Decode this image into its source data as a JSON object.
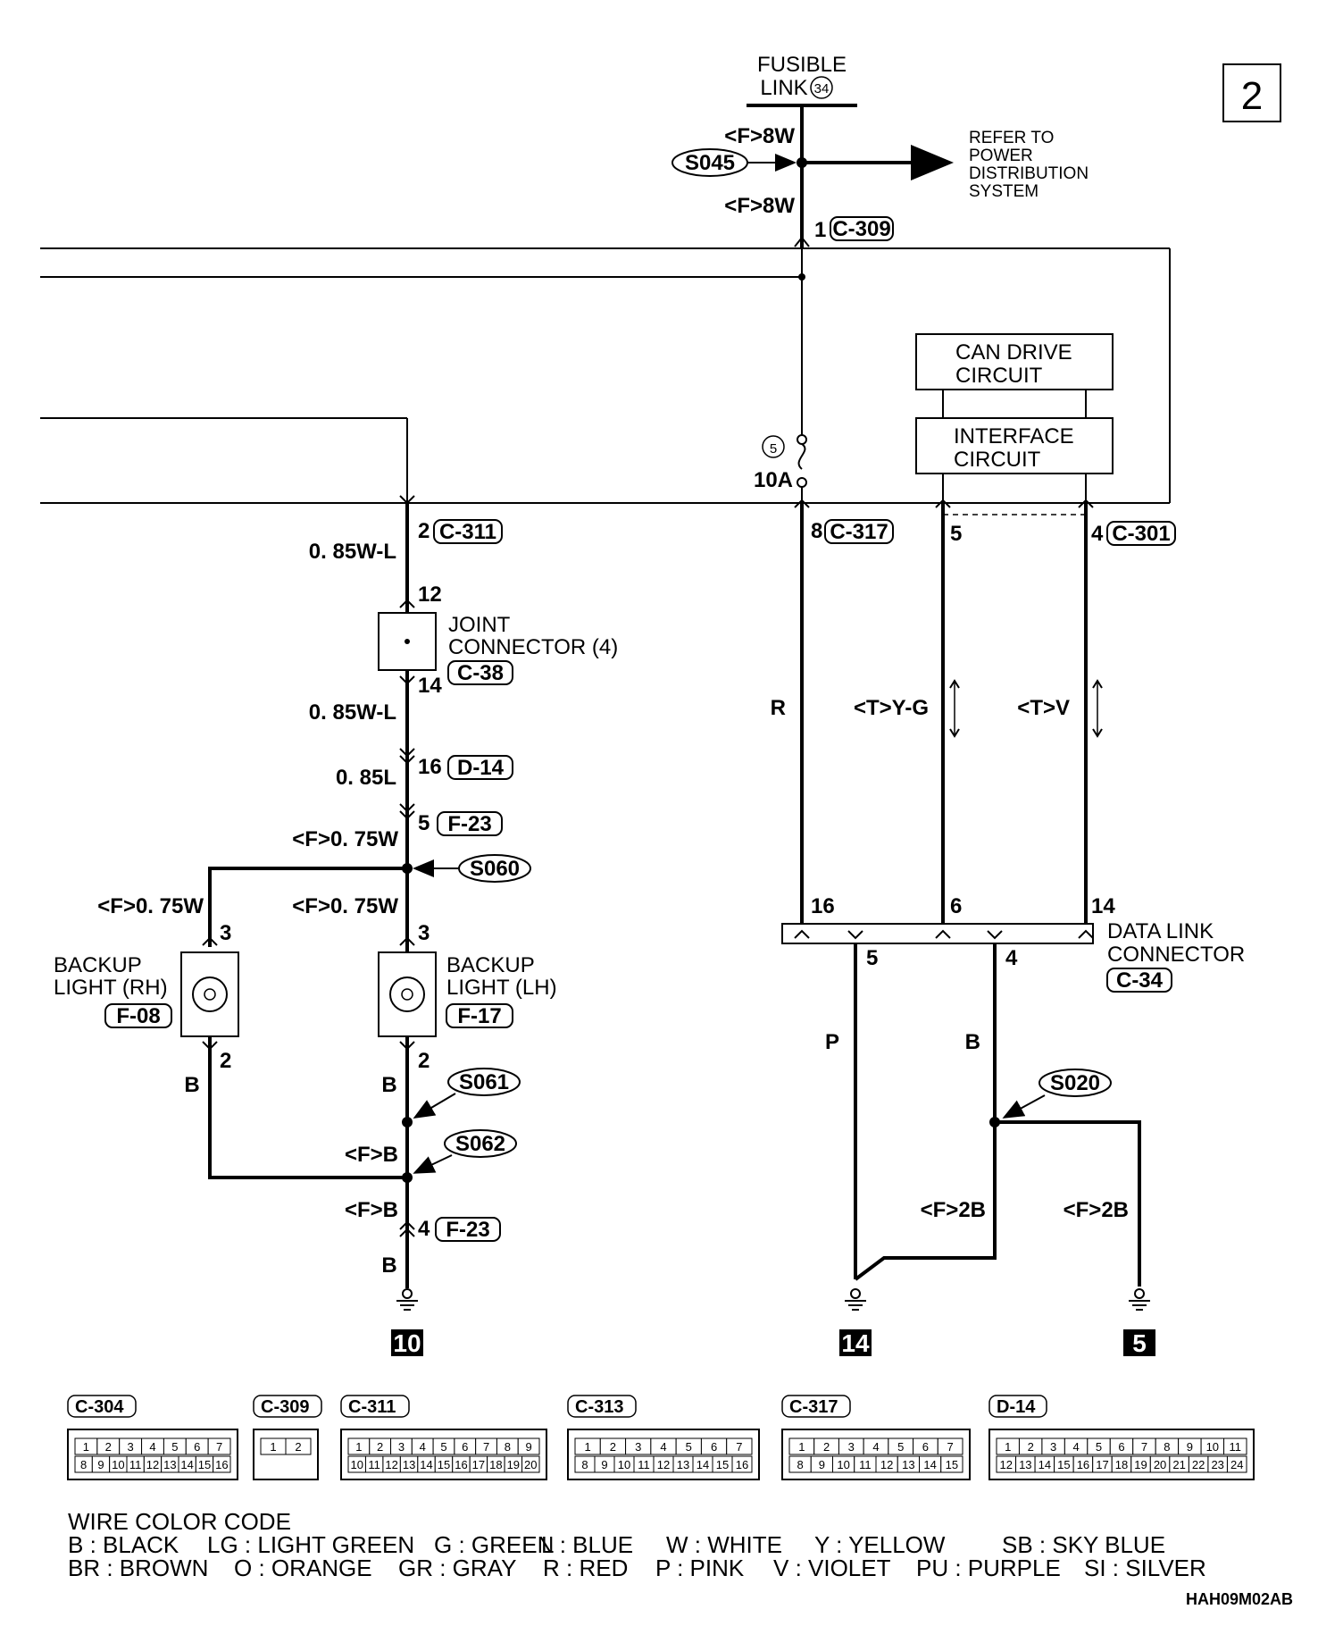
{
  "page_number": "2",
  "fusible_link": {
    "line1": "FUSIBLE",
    "line2": "LINK",
    "number": "34"
  },
  "refer_to": [
    "REFER TO",
    "POWER",
    "DISTRIBUTION",
    "SYSTEM"
  ],
  "splices": {
    "s045": "S045",
    "s060": "S060",
    "s061": "S061",
    "s062": "S062",
    "s020": "S020"
  },
  "fuse": {
    "number": "5",
    "rating": "10A"
  },
  "wire_labels": {
    "f8w_top": "<F>8W",
    "f8w_bottom": "<F>8W",
    "w085_1": "0. 85W-L",
    "w085_2": "0. 85W-L",
    "l085": "0. 85L",
    "f075_center": "<F>0. 75W",
    "f075_left": "<F>0. 75W",
    "f075_right": "<F>0. 75W",
    "b_left": "B",
    "b_center": "B",
    "fb_1": "<F>B",
    "fb_2": "<F>B",
    "b_bottom": "B",
    "r": "R",
    "tyg": "<T>Y-G",
    "tv": "<T>V",
    "p": "P",
    "b_dlc": "B",
    "f2b_left": "<F>2B",
    "f2b_right": "<F>2B"
  },
  "connectors": {
    "c309": "C-309",
    "c311": "C-311",
    "c38": "C-38",
    "d14": "D-14",
    "f23a": "F-23",
    "f23b": "F-23",
    "c317": "C-317",
    "c301": "C-301",
    "c34": "C-34",
    "f08": "F-08",
    "f17": "F-17"
  },
  "pins": {
    "c309": "1",
    "c311": "2",
    "jc_in": "12",
    "jc_out": "14",
    "d14": "16",
    "f23a": "5",
    "f23b": "4",
    "rh3": "3",
    "rh2": "2",
    "lh3": "3",
    "lh2": "2",
    "c317": "8",
    "c301_5": "5",
    "c301_4": "4",
    "dlc16": "16",
    "dlc6": "6",
    "dlc14": "14",
    "dlc5": "5",
    "dlc4": "4"
  },
  "components": {
    "can_drive": [
      "CAN DRIVE",
      "CIRCUIT"
    ],
    "interface": [
      "INTERFACE",
      "CIRCUIT"
    ],
    "joint": [
      "JOINT",
      "CONNECTOR (4)"
    ],
    "backup_rh": [
      "BACKUP",
      "LIGHT (RH)"
    ],
    "backup_lh": [
      "BACKUP",
      "LIGHT (LH)"
    ],
    "dlc": [
      "DATA LINK",
      "CONNECTOR"
    ]
  },
  "grounds": {
    "g10": "10",
    "g14": "14",
    "g5": "5"
  },
  "connector_views": [
    {
      "id": "C-304",
      "top": [
        "1",
        "2",
        "3",
        "4",
        "5",
        "6",
        "7"
      ],
      "bottom": [
        "8",
        "9",
        "10",
        "11",
        "12",
        "13",
        "14",
        "15",
        "16"
      ]
    },
    {
      "id": "C-309",
      "top": [
        "1",
        "2"
      ],
      "bottom": []
    },
    {
      "id": "C-311",
      "top": [
        "1",
        "2",
        "3",
        "4",
        "5",
        "6",
        "7",
        "8",
        "9"
      ],
      "bottom": [
        "10",
        "11",
        "12",
        "13",
        "14",
        "15",
        "16",
        "17",
        "18",
        "19",
        "20"
      ]
    },
    {
      "id": "C-313",
      "top": [
        "1",
        "2",
        "3",
        "4",
        "5",
        "6",
        "7"
      ],
      "bottom": [
        "8",
        "9",
        "10",
        "11",
        "12",
        "13",
        "14",
        "15",
        "16"
      ]
    },
    {
      "id": "C-317",
      "top": [
        "1",
        "2",
        "3",
        "4",
        "5",
        "6",
        "7"
      ],
      "bottom": [
        "8",
        "9",
        "10",
        "11",
        "12",
        "13",
        "14",
        "15"
      ]
    },
    {
      "id": "D-14",
      "top": [
        "1",
        "2",
        "3",
        "4",
        "5",
        "6",
        "7",
        "8",
        "9",
        "10",
        "11"
      ],
      "bottom": [
        "12",
        "13",
        "14",
        "15",
        "16",
        "17",
        "18",
        "19",
        "20",
        "21",
        "22",
        "23",
        "24"
      ]
    }
  ],
  "color_code": {
    "title": "WIRE COLOR CODE",
    "row1": [
      "B : BLACK",
      "LG : LIGHT GREEN",
      "G : GREEN",
      "L : BLUE",
      "W : WHITE",
      "Y : YELLOW",
      "SB : SKY BLUE"
    ],
    "row2": [
      "BR : BROWN",
      "O : ORANGE",
      "GR : GRAY",
      "R : RED",
      "P : PINK",
      "V : VIOLET",
      "PU : PURPLE",
      "SI : SILVER"
    ]
  },
  "figure_code": "HAH09M02AB"
}
